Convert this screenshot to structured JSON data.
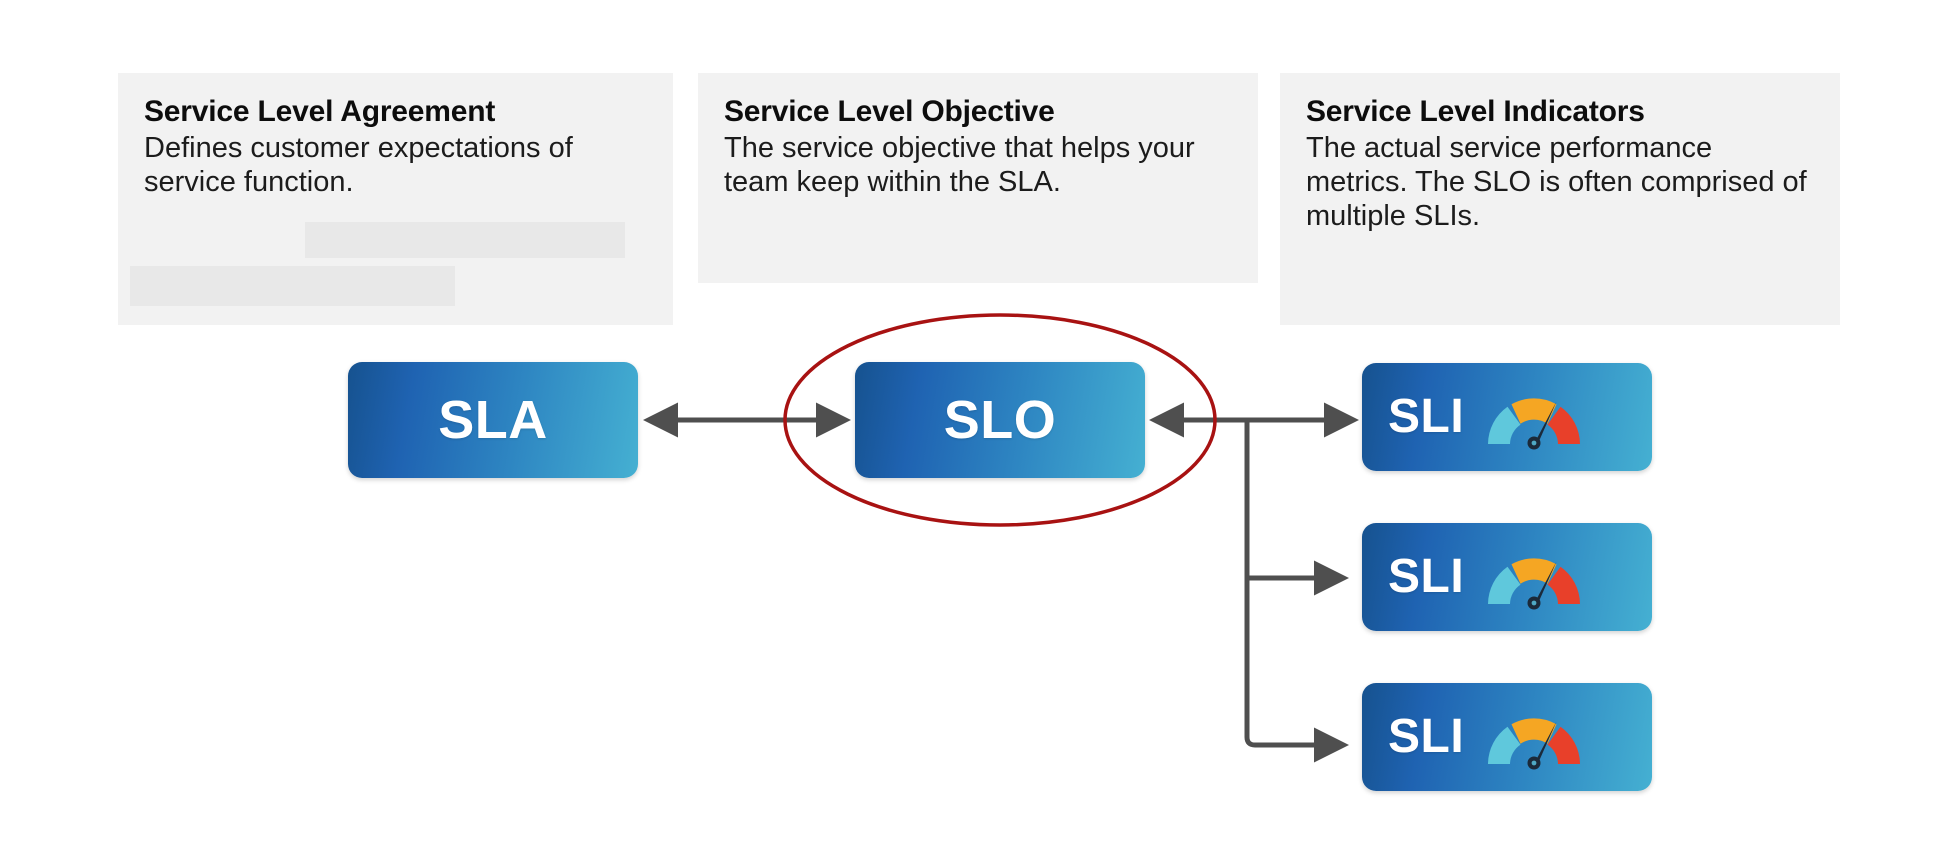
{
  "diagram": {
    "title": "SLA / SLO / SLI relationship diagram",
    "colors": {
      "card_background": "#f2f2f2",
      "redaction_bar": "#e8e8e8",
      "badge_gradient_start": "#16528f",
      "badge_gradient_end": "#45b0d2",
      "badge_text": "#ffffff",
      "connector": "#4f4f4f",
      "highlight_ellipse": "#a81212",
      "gauge_low": "#5fc8dc",
      "gauge_mid": "#f5a623",
      "gauge_high": "#e8402a",
      "gauge_needle": "#1b2a3a"
    },
    "cards": [
      {
        "id": "sla",
        "title": "Service Level Agreement",
        "body": "Defines customer expectations of service function.",
        "has_redactions": true
      },
      {
        "id": "slo",
        "title": "Service Level Objective",
        "body": "The service objective that helps your team keep within the SLA.",
        "has_redactions": false
      },
      {
        "id": "sli",
        "title": "Service Level Indicators",
        "body": "The actual service performance metrics. The SLO is often comprised of multiple SLIs.",
        "has_redactions": false
      }
    ],
    "nodes": [
      {
        "id": "sla",
        "label": "SLA",
        "icon": null
      },
      {
        "id": "slo",
        "label": "SLO",
        "icon": null,
        "highlighted": true
      },
      {
        "id": "sli-1",
        "label": "SLI",
        "icon": "gauge-icon"
      },
      {
        "id": "sli-2",
        "label": "SLI",
        "icon": "gauge-icon"
      },
      {
        "id": "sli-3",
        "label": "SLI",
        "icon": "gauge-icon"
      }
    ],
    "connectors": [
      {
        "id": "sla-slo",
        "from": "sla",
        "to": "slo",
        "style": "double-arrow"
      },
      {
        "id": "slo-sli-1",
        "from": "slo",
        "to": "sli-1",
        "style": "arrow"
      },
      {
        "id": "slo-sli-2",
        "from": "slo",
        "to": "sli-2",
        "style": "arrow-branch"
      },
      {
        "id": "slo-sli-3",
        "from": "slo",
        "to": "sli-3",
        "style": "arrow-branch"
      }
    ],
    "highlight": {
      "target": "slo",
      "shape": "ellipse",
      "color": "#a81212"
    }
  }
}
